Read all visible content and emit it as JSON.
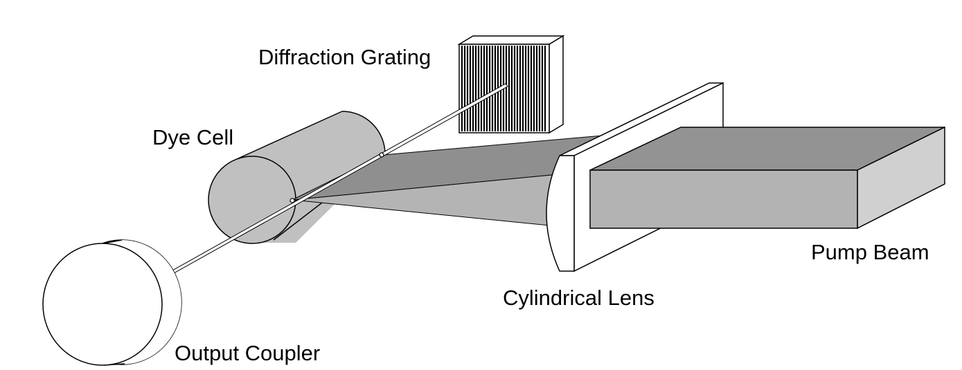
{
  "labels": {
    "diffraction_grating": "Diffraction Grating",
    "dye_cell": "Dye Cell",
    "cylindrical_lens": "Cylindrical Lens",
    "pump_beam": "Pump Beam",
    "output_coupler": "Output Coupler"
  },
  "colors": {
    "outline": "#000000",
    "background": "#ffffff",
    "dye_cell_fill": "#c0c0c0",
    "beam_light": "#b4b4b4",
    "beam_dark": "#8f8f8f",
    "pump_front": "#b3b3b3",
    "pump_top": "#939393",
    "pump_side": "#d0d0d0",
    "grating_fill": "#ffffff",
    "grating_lines": "#000000"
  }
}
